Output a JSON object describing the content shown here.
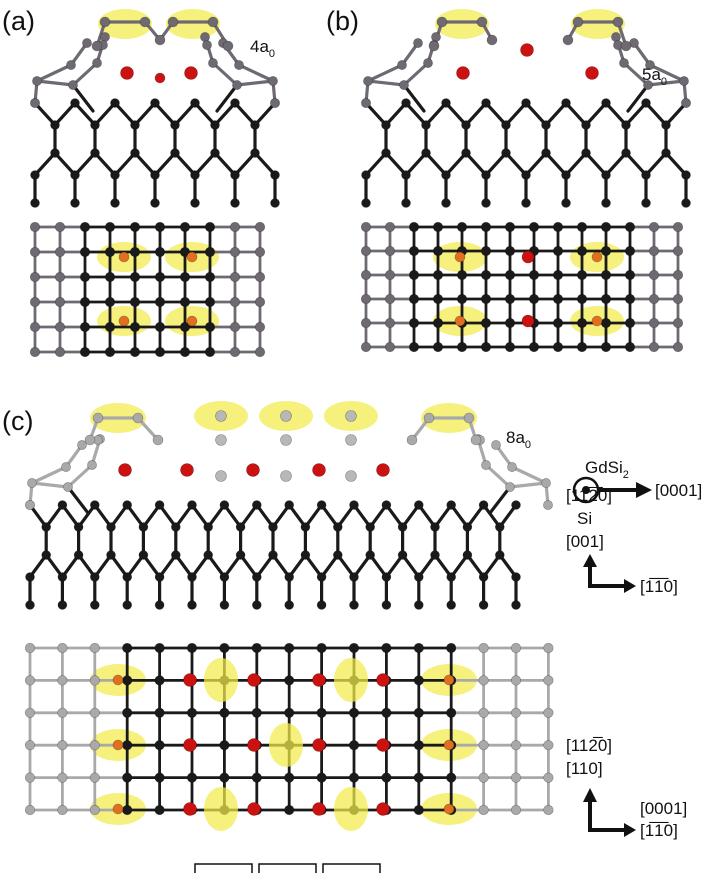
{
  "panels": {
    "a": {
      "label": "(a)",
      "period": "4a",
      "period_sub": "0"
    },
    "b": {
      "label": "(b)",
      "period": "5a",
      "period_sub": "0"
    },
    "c": {
      "label": "(c)",
      "period": "8a",
      "period_sub": "0"
    }
  },
  "axes_side": {
    "gdsi2": "GdSi",
    "gdsi2_sub": "2",
    "gdsi2_dir_in": "[11̅2̅0]",
    "gdsi2_dir_out": "[0001]",
    "si": "Si",
    "si_up": "[001]",
    "si_right": "[1̅1̅0]"
  },
  "axes_top": {
    "up1": "[112̅0]",
    "up2": "[110]",
    "right1": "[0001]",
    "right2": "[1̅1̅0]"
  },
  "colors": {
    "bulk_si": "#1a1a1a",
    "surface_si_dark": "#6f6a72",
    "surface_si_light": "#a9a9a9",
    "gd": "#cc1111",
    "dimer_highlight": "#f2ea4a",
    "bond_light": "#9a969c"
  }
}
